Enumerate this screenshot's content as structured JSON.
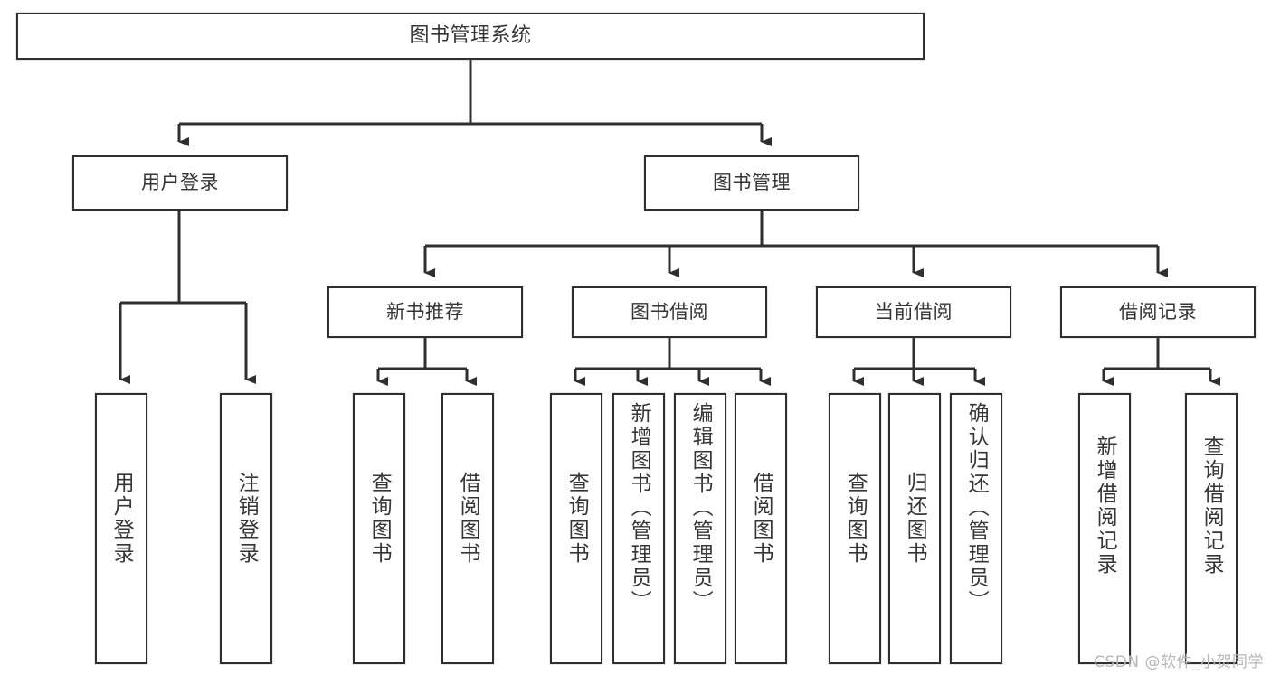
{
  "diagram": {
    "type": "tree",
    "title": "图书管理系统",
    "watermark": "CSDN @软件_小贺同学",
    "colors": {
      "box_border": "#2f2f2f",
      "box_fill": "#ffffff",
      "text": "#353535",
      "edge": "#2f2f2f",
      "watermark": "#b6b6b6",
      "background": "#ffffff"
    },
    "nodes": {
      "root": {
        "label": "图书管理系统"
      },
      "level1": [
        {
          "id": "user-login",
          "label": "用户登录"
        },
        {
          "id": "book-management",
          "label": "图书管理"
        }
      ],
      "level2": [
        {
          "id": "new-book-recommend",
          "label": "新书推荐"
        },
        {
          "id": "book-borrow",
          "label": "图书借阅"
        },
        {
          "id": "current-borrow",
          "label": "当前借阅"
        },
        {
          "id": "borrow-record",
          "label": "借阅记录"
        }
      ],
      "leaves": {
        "user_login": [
          {
            "id": "leaf-user-login",
            "label": "用户登录"
          },
          {
            "id": "leaf-logout-login",
            "label": "注销登录"
          }
        ],
        "new_book_recommend": [
          {
            "id": "leaf-query-book-1",
            "label": "查询图书"
          },
          {
            "id": "leaf-borrow-book-1",
            "label": "借阅图书"
          }
        ],
        "book_borrow": [
          {
            "id": "leaf-query-book-2",
            "label": "查询图书"
          },
          {
            "id": "leaf-add-book",
            "label": "新增图书（管理员）"
          },
          {
            "id": "leaf-edit-book",
            "label": "编辑图书（管理员）"
          },
          {
            "id": "leaf-borrow-book-2",
            "label": "借阅图书"
          }
        ],
        "current_borrow": [
          {
            "id": "leaf-query-book-3",
            "label": "查询图书"
          },
          {
            "id": "leaf-return-book",
            "label": "归还图书"
          },
          {
            "id": "leaf-confirm-return",
            "label": "确认归还（管理员）"
          }
        ],
        "borrow_record": [
          {
            "id": "leaf-add-record",
            "label": "新增借阅记录"
          },
          {
            "id": "leaf-query-record",
            "label": "查询借阅记录"
          }
        ]
      }
    }
  }
}
